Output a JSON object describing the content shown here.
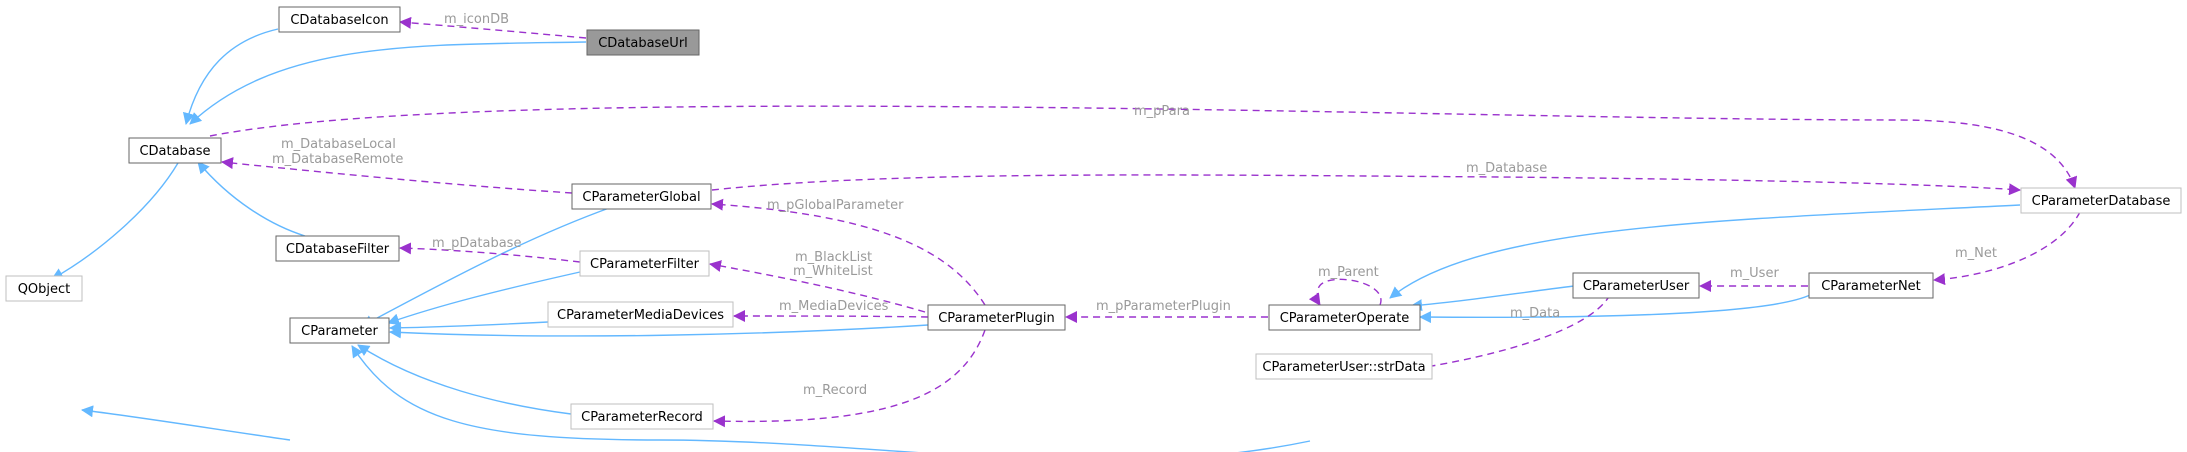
{
  "colors": {
    "inherit_edge": "#63b8ff",
    "member_edge": "#9a32cd",
    "label_text": "#9a9a9a",
    "node_border_solid": "#666666",
    "node_border_light": "#bfbfbf",
    "highlight_fill": "#999999"
  },
  "nodes": {
    "CDatabaseIcon": "CDatabaseIcon",
    "CDatabaseUrl": "CDatabaseUrl",
    "CDatabase": "CDatabase",
    "CDatabaseFilter": "CDatabaseFilter",
    "QObject": "QObject",
    "CParameter": "CParameter",
    "CParameterGlobal": "CParameterGlobal",
    "CParameterFilter": "CParameterFilter",
    "CParameterMediaDevices": "CParameterMediaDevices",
    "CParameterRecord": "CParameterRecord",
    "CParameterPlugin": "CParameterPlugin",
    "CParameterOperate": "CParameterOperate",
    "CParameterUserStrData": "CParameterUser::strData",
    "CParameterUser": "CParameterUser",
    "CParameterNet": "CParameterNet",
    "CParameterDatabase": "CParameterDatabase"
  },
  "edge_labels": {
    "m_iconDB": "m_iconDB",
    "m_pPara": "m_pPara",
    "m_DatabaseLocal": "m_DatabaseLocal",
    "m_DatabaseRemote": "m_DatabaseRemote",
    "m_Database": "m_Database",
    "m_pDatabase": "m_pDatabase",
    "m_pGlobalParameter": "m_pGlobalParameter",
    "m_BlackList": "m_BlackList",
    "m_WhiteList": "m_WhiteList",
    "m_MediaDevices": "m_MediaDevices",
    "m_pParameterPlugin": "m_pParameterPlugin",
    "m_Parent": "m_Parent",
    "m_User": "m_User",
    "m_Net": "m_Net",
    "m_Data": "m_Data",
    "m_Record": "m_Record"
  }
}
